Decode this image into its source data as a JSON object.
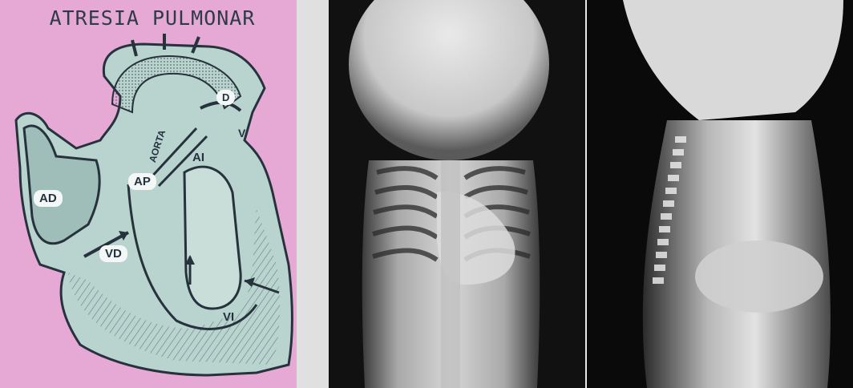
{
  "diagram": {
    "title": "ATRESIA PULMONAR",
    "labels": {
      "ad": "AD",
      "ap": "AP",
      "vd": "VD",
      "ai": "AI",
      "vi": "VI",
      "d": "D",
      "v": "V",
      "aorta": "AORTA"
    }
  },
  "colors": {
    "slide_background": "#e6a9d6",
    "diagram_fill": "#b9d3cf",
    "diagram_ink": "#26323c"
  }
}
